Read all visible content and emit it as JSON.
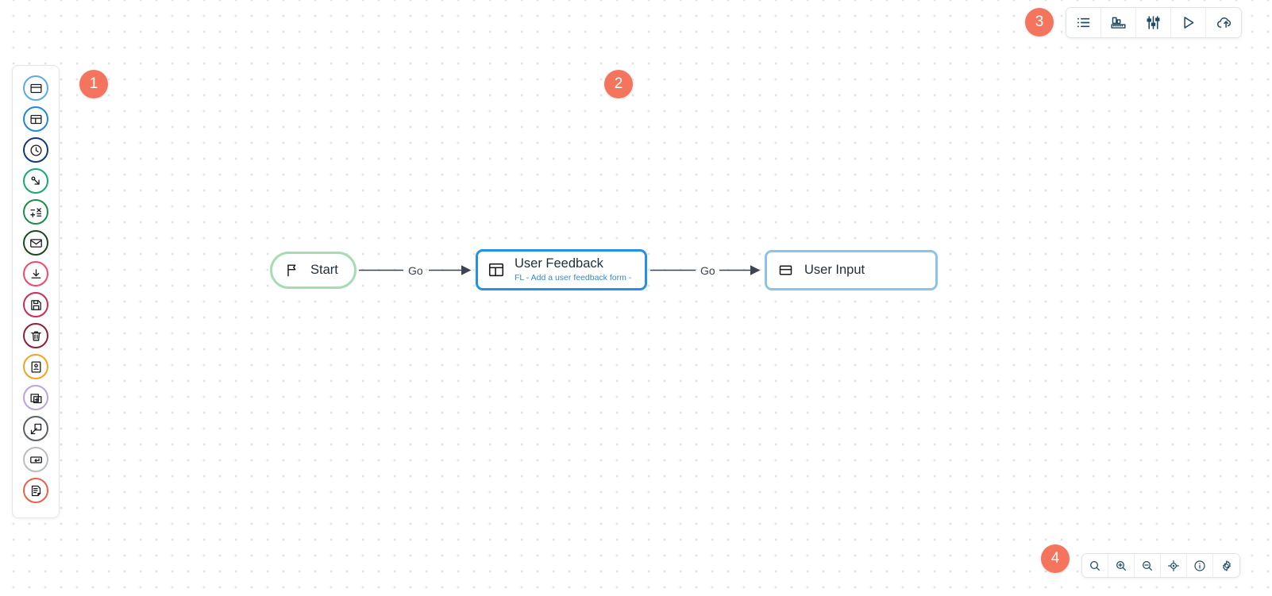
{
  "app": {
    "canvas_name": "workflow-canvas",
    "accent_badge_color": "#f4745d",
    "selected_node_border_color": "#2391e6",
    "hover_node_border_color": "#8bc4ea",
    "start_node_border_color": "#a6dcb4"
  },
  "badges": [
    {
      "number": "1",
      "name": "callout-badge-1"
    },
    {
      "number": "2",
      "name": "callout-badge-2"
    },
    {
      "number": "3",
      "name": "callout-badge-3"
    },
    {
      "number": "4",
      "name": "callout-badge-4"
    }
  ],
  "palette": {
    "name": "node-palette",
    "items": [
      {
        "icon": "window-panel-icon",
        "label": "Window Panel",
        "color": "#5aaae4"
      },
      {
        "icon": "layout-columns-icon",
        "label": "Layout",
        "color": "#1e87e0"
      },
      {
        "icon": "clock-icon",
        "label": "Delay",
        "color": "#123a7a"
      },
      {
        "icon": "branch-icon",
        "label": "Branch",
        "color": "#16a971"
      },
      {
        "icon": "calculator-icon",
        "label": "Calculation",
        "color": "#1f8a4c"
      },
      {
        "icon": "envelope-icon",
        "label": "Email",
        "color": "#1b4a20"
      },
      {
        "icon": "download-icon",
        "label": "Download",
        "color": "#f5476b"
      },
      {
        "icon": "save-disk-icon",
        "label": "Save",
        "color": "#d32a55"
      },
      {
        "icon": "trash-icon",
        "label": "Delete",
        "color": "#8e2038"
      },
      {
        "icon": "id-card-icon",
        "label": "Contact",
        "color": "#f1a425"
      },
      {
        "icon": "duplicate-icon",
        "label": "Duplicate",
        "color": "#b9a4dc"
      },
      {
        "icon": "external-link-icon",
        "label": "Open External",
        "color": "#5c6166"
      },
      {
        "icon": "enter-key-icon",
        "label": "Return",
        "color": "#b9bdc1"
      },
      {
        "icon": "document-edit-icon",
        "label": "Document",
        "color": "#e8624a"
      }
    ]
  },
  "toolbar_top": {
    "name": "top-toolbar",
    "buttons": [
      {
        "icon": "list-icon",
        "label": "List View"
      },
      {
        "icon": "ruler-icon",
        "label": "Measure"
      },
      {
        "icon": "sliders-icon",
        "label": "Settings"
      },
      {
        "icon": "play-icon",
        "label": "Run"
      },
      {
        "icon": "cloud-upload-icon",
        "label": "Publish"
      }
    ]
  },
  "toolbar_bottom": {
    "name": "bottom-toolbar",
    "buttons": [
      {
        "icon": "search-icon",
        "label": "Search"
      },
      {
        "icon": "zoom-in-icon",
        "label": "Zoom In"
      },
      {
        "icon": "zoom-out-icon",
        "label": "Zoom Out"
      },
      {
        "icon": "target-icon",
        "label": "Fit to Screen"
      },
      {
        "icon": "info-icon",
        "label": "Info"
      },
      {
        "icon": "gear-icon",
        "label": "Preferences"
      }
    ]
  },
  "flow": {
    "nodes": [
      {
        "id": "start",
        "name": "flow-node-start",
        "icon": "flag-icon",
        "title": "Start",
        "subtitle": "",
        "state": "default"
      },
      {
        "id": "user-feedback",
        "name": "flow-node-user-feedback",
        "icon": "form-layout-icon",
        "title": "User Feedback",
        "subtitle": "FL - Add a user feedback form -",
        "state": "selected"
      },
      {
        "id": "user-input",
        "name": "flow-node-user-input",
        "icon": "input-box-icon",
        "title": "User Input",
        "subtitle": "",
        "state": "hover"
      }
    ],
    "edges": [
      {
        "from": "start",
        "to": "user-feedback",
        "label": "Go"
      },
      {
        "from": "user-feedback",
        "to": "user-input",
        "label": "Go"
      }
    ]
  }
}
